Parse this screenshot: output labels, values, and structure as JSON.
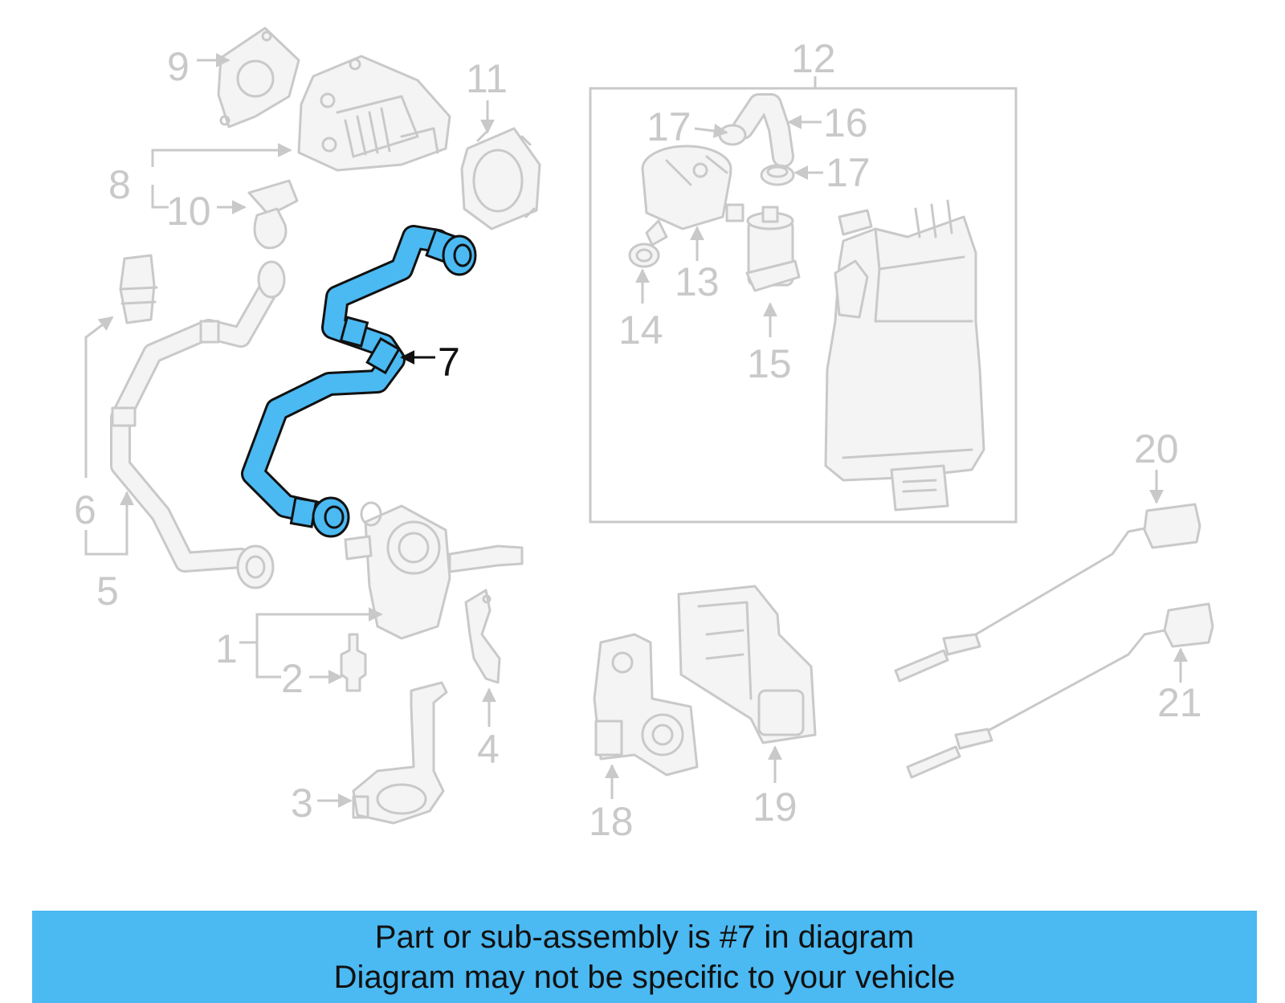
{
  "highlight_color": "#4bb9f2",
  "callouts": {
    "c1": "1",
    "c2": "2",
    "c3": "3",
    "c4": "4",
    "c5": "5",
    "c6": "6",
    "c7": "7",
    "c8": "8",
    "c9": "9",
    "c10": "10",
    "c11": "11",
    "c12": "12",
    "c13": "13",
    "c14": "14",
    "c15": "15",
    "c16": "16",
    "c17a": "17",
    "c17b": "17",
    "c18": "18",
    "c19": "19",
    "c20": "20",
    "c21": "21"
  },
  "banner": {
    "line1": "Part or sub-assembly is #7 in diagram",
    "line2": "Diagram may not be specific to your vehicle"
  }
}
